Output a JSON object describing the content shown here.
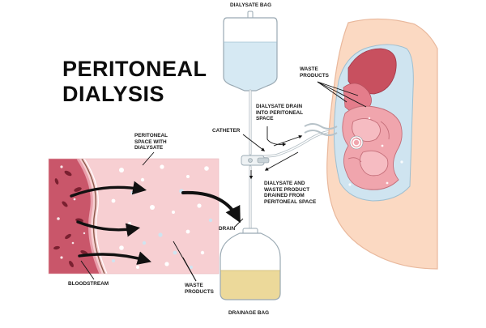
{
  "title": {
    "line1": "PERITONEAL",
    "line2": "DIALYSIS"
  },
  "labels": {
    "dialysate_bag": "DIALYSATE BAG",
    "waste_products_top_1": "WASTE",
    "waste_products_top_2": "PRODUCTS",
    "dialysate_drain_1": "DIALYSATE DRAIN",
    "dialysate_drain_2": "INTO PERITONEAL",
    "dialysate_drain_3": "SPACE",
    "catheter": "CATHETER",
    "peritoneal_space_1": "PERITONEAL",
    "peritoneal_space_2": "SPACE WITH",
    "peritoneal_space_3": "DIALYSATE",
    "drained_1": "DIALYSATE AND",
    "drained_2": "WASTE PRODUCT",
    "drained_3": "DRAINED FROM",
    "drained_4": "PERITONEAL SPACE",
    "drain": "DRAIN",
    "bloodstream": "BLOODSTREAM",
    "waste_products_bottom_1": "WASTE",
    "waste_products_bottom_2": "PRODUCTS",
    "drainage_bag": "DRAINAGE BAG"
  },
  "colors": {
    "dialysate_fluid": "#d6e9f3",
    "drainage_fluid": "#ecd99a",
    "skin": "#fbd9c2",
    "skin_outline": "#e9b89c",
    "blood_vessel": "#c9566a",
    "peritoneal_tissue": "#f7cfd2",
    "intestine": "#f0a5ad",
    "organ": "#c8505f",
    "arrow": "#111111"
  }
}
